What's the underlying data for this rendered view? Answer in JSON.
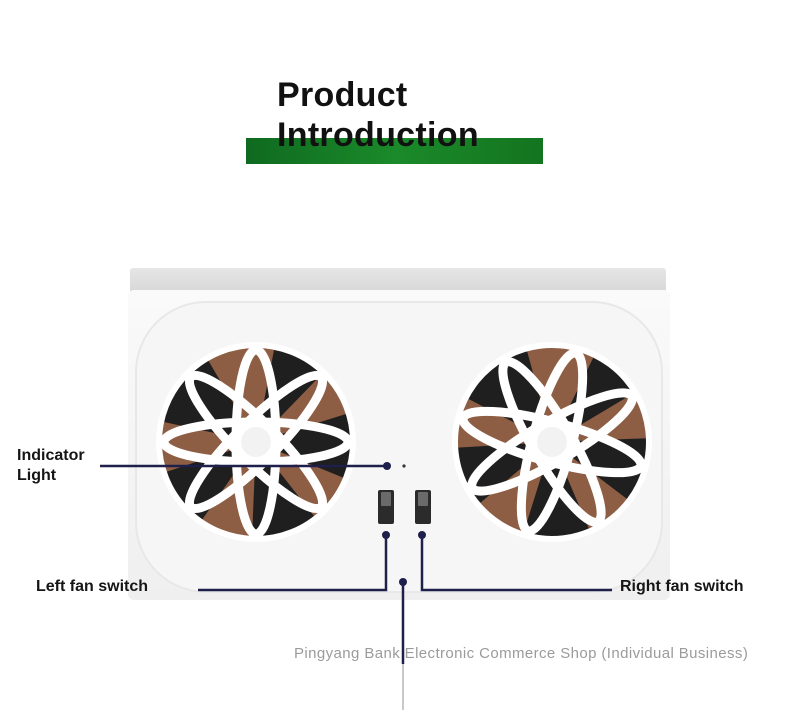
{
  "header": {
    "title_line1": "Product",
    "title_line2": "Introduction",
    "accent_color": "#1a8a2a"
  },
  "callouts": {
    "indicator_light": "Indicator Light",
    "left_fan_switch": "Left fan switch",
    "right_fan_switch": "Right fan switch",
    "line_color": "#1e1f4a"
  },
  "watermark": {
    "text": "Pingyang Bank Electronic Commerce Shop (Individual Business)"
  },
  "product": {
    "name": "dual-fan-unit",
    "fan_blade_color": "#8d5e44",
    "fan_guard_color": "#ffffff",
    "housing_color": "#f4f4f4"
  }
}
